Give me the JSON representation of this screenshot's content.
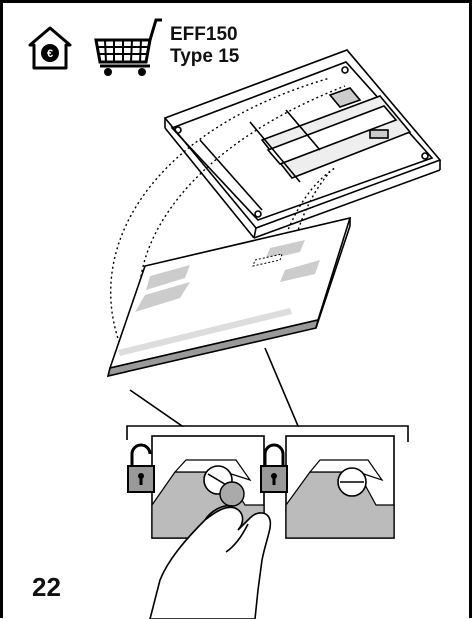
{
  "header": {
    "icons": [
      "house-consumer-icon",
      "shopping-cart-icon"
    ],
    "model_name": "EFF150",
    "model_type": "Type 15"
  },
  "illustration": {
    "parts": [
      "hood-body",
      "grease-filter",
      "filter-latch-unlocked-detail",
      "filter-latch-locked-detail"
    ],
    "icons": [
      "padlock-open-icon",
      "padlock-closed-icon",
      "hand-icon"
    ]
  },
  "footer": {
    "page_number": "22"
  }
}
